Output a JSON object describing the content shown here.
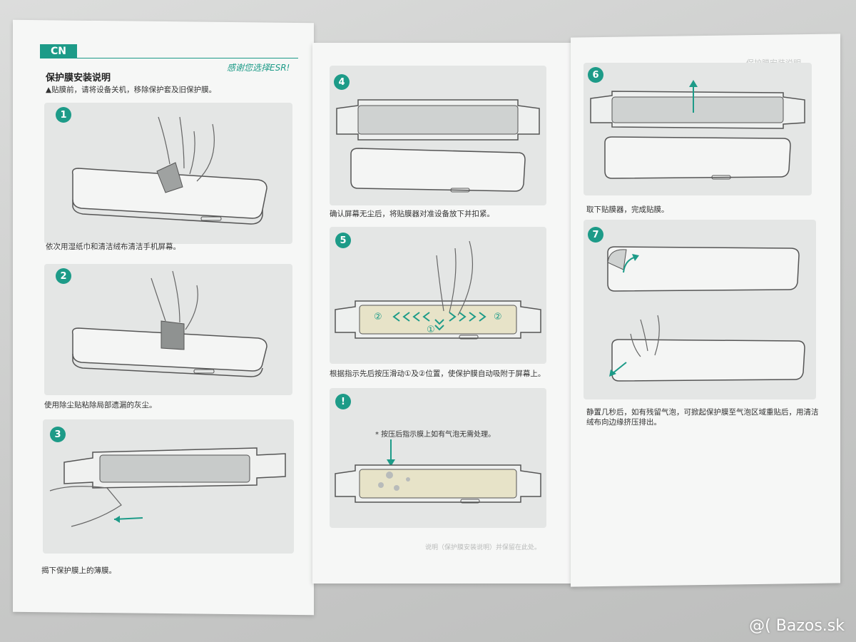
{
  "header": {
    "lang_badge": "CN",
    "thanks": "感谢您选择ESR!",
    "title": "保护膜安装说明",
    "note": "▲贴膜前，请将设备关机，移除保护套及旧保护膜。"
  },
  "steps": [
    {
      "num": "1",
      "caption": "依次用湿纸巾和清洁绒布清洁手机屏幕。"
    },
    {
      "num": "2",
      "caption": "使用除尘贴粘除局部遗漏的灰尘。"
    },
    {
      "num": "3",
      "caption": "揭下保护膜上的薄膜。"
    },
    {
      "num": "4",
      "caption": "确认屏幕无尘后，将贴膜器对准设备放下并扣紧。"
    },
    {
      "num": "5",
      "caption": "根据指示先后按压滑动①及②位置，使保护膜自动吸附于屏幕上。"
    },
    {
      "num": "6",
      "caption": "取下贴膜器，完成贴膜。"
    },
    {
      "num": "7",
      "caption_line1": "静置几秒后，如有残留气泡，可掀起保护膜至气泡区域重贴后，用清洁",
      "caption_line2": "绒布向边缘挤压排出。"
    }
  ],
  "warning": {
    "icon": "!",
    "text": "* 按压后指示膜上如有气泡无需处理。"
  },
  "step5_labels": {
    "one": "①",
    "two": "②"
  },
  "ghost_text": {
    "right_top": "保护膜安装说明",
    "middle_bottom": "说明（保护膜安装说明）并保留在此处。"
  },
  "watermark": "@( Bazos.sk",
  "colors": {
    "accent": "#1d9b88",
    "line": "#555555",
    "box": "#e4e6e5"
  }
}
